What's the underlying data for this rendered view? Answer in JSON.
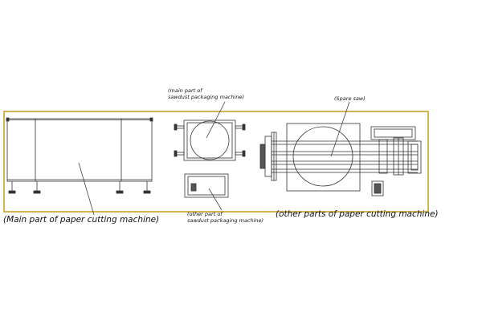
{
  "labels": {
    "main_paper": "(Main part of paper cutting machine)",
    "main_sawdust_line1": "(main part of",
    "main_sawdust_line2": "sawdust packaging machine)",
    "other_sawdust_line1": "(other part of",
    "other_sawdust_line2": "sawdust packaging machine)",
    "spare_saw": "(Spare saw)",
    "other_paper": "(other  parts of paper cutting machine)"
  },
  "colors": {
    "frame": "#c9a227",
    "line": "#333333",
    "background": "#ffffff"
  }
}
